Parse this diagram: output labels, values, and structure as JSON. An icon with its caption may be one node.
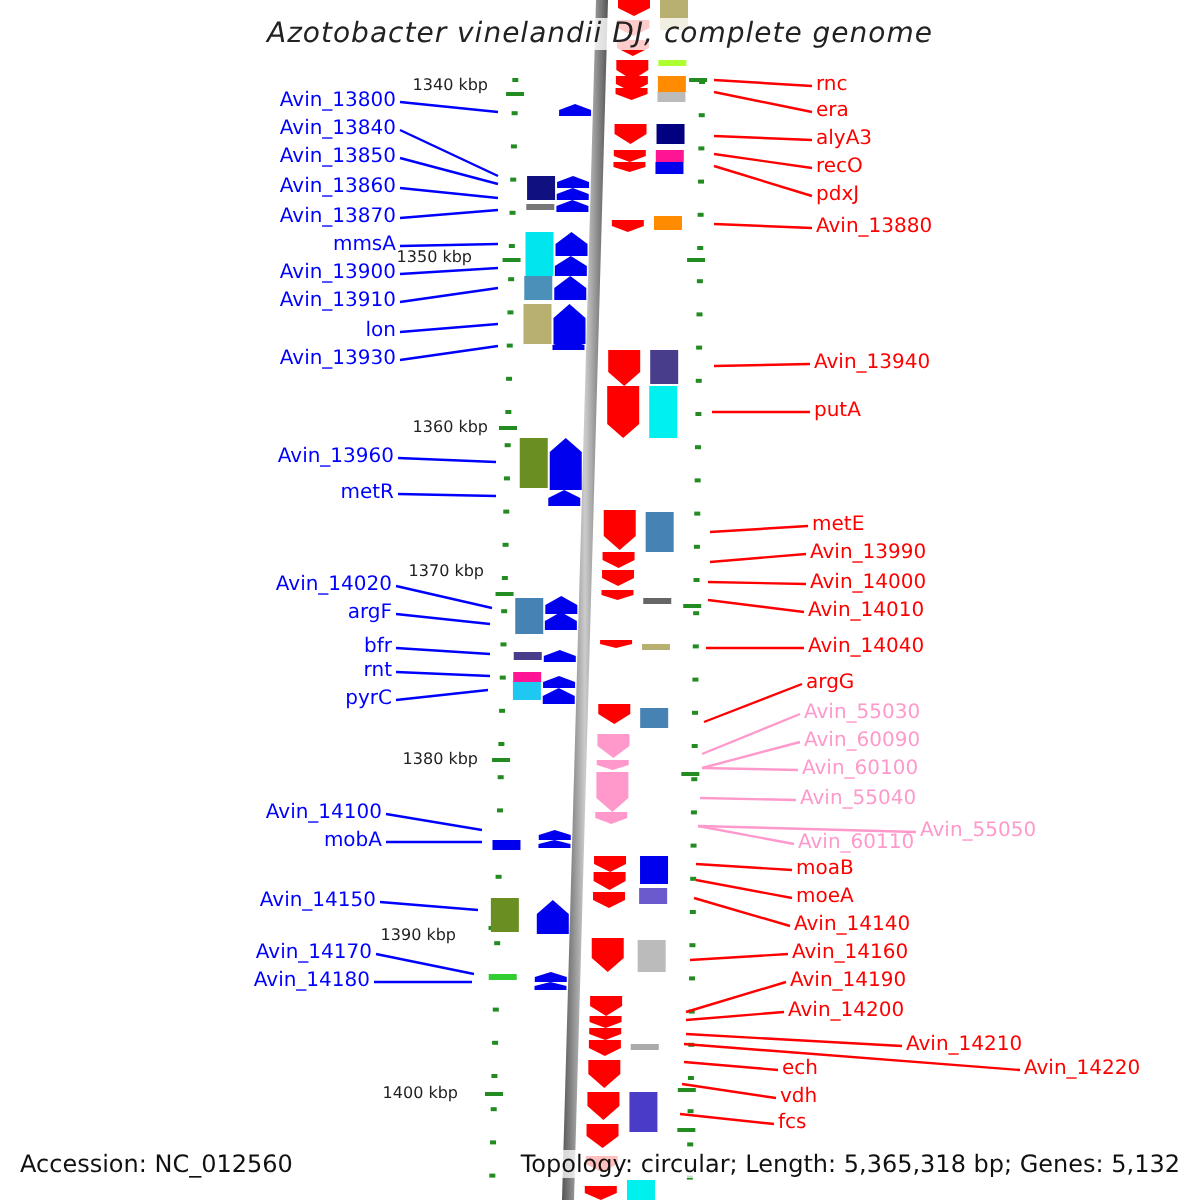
{
  "diagram": {
    "title": "Azotobacter vinelandii DJ, complete genome",
    "nodes": [
      {
        "text": [
          "Avin_13800"
        ]
      },
      {
        "text": [
          "Avin_13840"
        ]
      },
      {
        "text": [
          "Avin_13850"
        ]
      },
      {
        "text": [
          "Avin_13860"
        ]
      },
      {
        "text": [
          "Avin_13870"
        ]
      },
      {
        "text": [
          "mmsA"
        ]
      },
      {
        "text": [
          "Avin_13900"
        ]
      },
      {
        "text": [
          "Avin_13910"
        ]
      },
      {
        "text": [
          "lon"
        ]
      },
      {
        "text": [
          "Avin_13930"
        ]
      },
      {
        "text": [
          "Avin_13960"
        ]
      },
      {
        "text": [
          "metR"
        ]
      },
      {
        "text": [
          "Avin_14020"
        ]
      },
      {
        "text": [
          "argF"
        ]
      },
      {
        "text": [
          "bfr"
        ]
      },
      {
        "text": [
          "rnt"
        ]
      },
      {
        "text": [
          "pyrC"
        ]
      },
      {
        "text": [
          "Avin_14100"
        ]
      },
      {
        "text": [
          "mobA"
        ]
      },
      {
        "text": [
          "Avin_14150"
        ]
      },
      {
        "text": [
          "Avin_14170"
        ]
      },
      {
        "text": [
          "Avin_14180"
        ]
      },
      {
        "text": [
          "rnc"
        ]
      },
      {
        "text": [
          "era"
        ]
      },
      {
        "text": [
          "alyA3"
        ]
      },
      {
        "text": [
          "recO"
        ]
      },
      {
        "text": [
          "pdxJ"
        ]
      },
      {
        "text": [
          "Avin_13880"
        ]
      },
      {
        "text": [
          "Avin_13940"
        ]
      },
      {
        "text": [
          "putA"
        ]
      },
      {
        "text": [
          "metE"
        ]
      },
      {
        "text": [
          "Avin_13990"
        ]
      },
      {
        "text": [
          "Avin_14000"
        ]
      },
      {
        "text": [
          "Avin_14010"
        ]
      },
      {
        "text": [
          "Avin_14040"
        ]
      },
      {
        "text": [
          "argG"
        ]
      },
      {
        "text": [
          "Avin_55030"
        ]
      },
      {
        "text": [
          "Avin_60090"
        ]
      },
      {
        "text": [
          "Avin_60100"
        ]
      },
      {
        "text": [
          "Avin_55040"
        ]
      },
      {
        "text": [
          "Avin_60110"
        ]
      },
      {
        "text": [
          "Avin_55050"
        ]
      },
      {
        "text": [
          "moaB"
        ]
      },
      {
        "text": [
          "moeA"
        ]
      },
      {
        "text": [
          "Avin_14140"
        ]
      },
      {
        "text": [
          "Avin_14160"
        ]
      },
      {
        "text": [
          "Avin_14190"
        ]
      },
      {
        "text": [
          "Avin_14200"
        ]
      },
      {
        "text": [
          "Avin_14210"
        ]
      },
      {
        "text": [
          "Avin_14220"
        ]
      },
      {
        "text": [
          "ech"
        ]
      },
      {
        "text": [
          "vdh"
        ]
      },
      {
        "text": [
          "fcs"
        ]
      }
    ],
    "edges": [
      {
        "from": 0,
        "to": null,
        "arrow": "none",
        "color": "#0000ff"
      },
      {
        "from": 1,
        "to": null,
        "arrow": "none",
        "color": "#0000ff"
      },
      {
        "from": 2,
        "to": null,
        "arrow": "none",
        "color": "#0000ff"
      },
      {
        "from": 3,
        "to": null,
        "arrow": "none",
        "color": "#0000ff"
      },
      {
        "from": 4,
        "to": null,
        "arrow": "none",
        "color": "#0000ff"
      },
      {
        "from": 5,
        "to": null,
        "arrow": "none",
        "color": "#0000ff"
      },
      {
        "from": 6,
        "to": null,
        "arrow": "none",
        "color": "#0000ff"
      },
      {
        "from": 7,
        "to": null,
        "arrow": "none",
        "color": "#0000ff"
      },
      {
        "from": 8,
        "to": null,
        "arrow": "none",
        "color": "#0000ff"
      },
      {
        "from": 9,
        "to": null,
        "arrow": "none",
        "color": "#0000ff"
      },
      {
        "from": 10,
        "to": null,
        "arrow": "none",
        "color": "#0000ff"
      },
      {
        "from": 11,
        "to": null,
        "arrow": "none",
        "color": "#0000ff"
      },
      {
        "from": 12,
        "to": null,
        "arrow": "none",
        "color": "#0000ff"
      },
      {
        "from": 13,
        "to": null,
        "arrow": "none",
        "color": "#0000ff"
      },
      {
        "from": 14,
        "to": null,
        "arrow": "none",
        "color": "#0000ff"
      },
      {
        "from": 15,
        "to": null,
        "arrow": "none",
        "color": "#0000ff"
      },
      {
        "from": 16,
        "to": null,
        "arrow": "none",
        "color": "#0000ff"
      },
      {
        "from": 17,
        "to": null,
        "arrow": "none",
        "color": "#0000ff"
      },
      {
        "from": 18,
        "to": null,
        "arrow": "none",
        "color": "#0000ff"
      },
      {
        "from": 19,
        "to": null,
        "arrow": "none",
        "color": "#0000ff"
      },
      {
        "from": 20,
        "to": null,
        "arrow": "none",
        "color": "#0000ff"
      },
      {
        "from": 21,
        "to": null,
        "arrow": "none",
        "color": "#0000ff"
      },
      {
        "from": 22,
        "to": null,
        "arrow": "none"
      },
      {
        "from": 23,
        "to": null,
        "arrow": "none"
      },
      {
        "from": 24,
        "to": null,
        "arrow": "none"
      },
      {
        "from": 25,
        "to": null,
        "arrow": "none"
      },
      {
        "from": 26,
        "to": null,
        "arrow": "none"
      },
      {
        "from": 27,
        "to": null,
        "arrow": "none"
      },
      {
        "from": 28,
        "to": null,
        "arrow": "none"
      },
      {
        "from": 29,
        "to": null,
        "arrow": "none"
      },
      {
        "from": 30,
        "to": null,
        "arrow": "none"
      },
      {
        "from": 31,
        "to": null,
        "arrow": "none"
      },
      {
        "from": 32,
        "to": null,
        "arrow": "none"
      },
      {
        "from": 33,
        "to": null,
        "arrow": "none"
      },
      {
        "from": 34,
        "to": null,
        "arrow": "none"
      },
      {
        "from": 35,
        "to": null,
        "arrow": "none"
      },
      {
        "from": 36,
        "to": null,
        "arrow": "none",
        "color": "#ff99cc"
      },
      {
        "from": 37,
        "to": null,
        "arrow": "none",
        "color": "#ff99cc"
      },
      {
        "from": 38,
        "to": null,
        "arrow": "none",
        "color": "#ff99cc"
      },
      {
        "from": 39,
        "to": null,
        "arrow": "none",
        "color": "#ff99cc"
      },
      {
        "from": 40,
        "to": null,
        "arrow": "none",
        "color": "#ff99cc"
      },
      {
        "from": 41,
        "to": null,
        "arrow": "none",
        "color": "#ff99cc"
      },
      {
        "from": 42,
        "to": null,
        "arrow": "none"
      },
      {
        "from": 43,
        "to": null,
        "arrow": "none"
      },
      {
        "from": 44,
        "to": null,
        "arrow": "none"
      },
      {
        "from": 45,
        "to": null,
        "arrow": "none"
      },
      {
        "from": 46,
        "to": null,
        "arrow": "none"
      },
      {
        "from": 47,
        "to": null,
        "arrow": "none"
      },
      {
        "from": 48,
        "to": null,
        "arrow": "none"
      },
      {
        "from": 49,
        "to": null,
        "arrow": "none"
      },
      {
        "from": 50,
        "to": null,
        "arrow": "none"
      },
      {
        "from": 51,
        "to": null,
        "arrow": "none"
      },
      {
        "from": 52,
        "to": null,
        "arrow": "none"
      }
    ],
    "labels": [
      "1340 kbp",
      "1350 kbp",
      "1360 kbp",
      "1370 kbp",
      "1380 kbp",
      "1390 kbp",
      "1400 kbp",
      "Accession: NC_012560",
      "Topology: circular; Length: 5,365,318 bp; Genes: 5,132"
    ]
  }
}
